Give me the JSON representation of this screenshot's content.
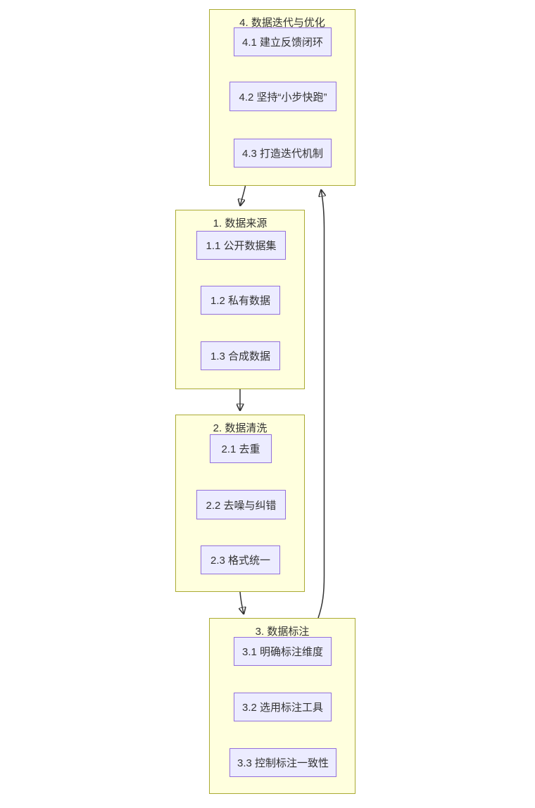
{
  "diagram": {
    "type": "flowchart",
    "colors": {
      "cluster_fill": "#ffffde",
      "cluster_border": "#aaaa33",
      "node_fill": "#ECECFF",
      "node_border": "#9370DB",
      "edge": "#333333",
      "text": "#333333",
      "background": "#ffffff"
    },
    "groups": [
      {
        "title": "4. 数据迭代与优化",
        "nodes": [
          {
            "label": "4.1 建立反馈闭环"
          },
          {
            "label": "4.2 坚持“小步快跑”"
          },
          {
            "label": "4.3 打造迭代机制"
          }
        ]
      },
      {
        "title": "1. 数据来源",
        "nodes": [
          {
            "label": "1.1 公开数据集"
          },
          {
            "label": "1.2 私有数据"
          },
          {
            "label": "1.3 合成数据"
          }
        ]
      },
      {
        "title": "2. 数据清洗",
        "nodes": [
          {
            "label": "2.1 去重"
          },
          {
            "label": "2.2 去噪与纠错"
          },
          {
            "label": "2.3 格式统一"
          }
        ]
      },
      {
        "title": "3. 数据标注",
        "nodes": [
          {
            "label": "3.1 明确标注维度"
          },
          {
            "label": "3.2 选用标注工具"
          },
          {
            "label": "3.3 控制标注一致性"
          }
        ]
      }
    ],
    "edges": [
      {
        "from": "4. 数据迭代与优化",
        "to": "1. 数据来源"
      },
      {
        "from": "1. 数据来源",
        "to": "2. 数据清洗"
      },
      {
        "from": "2. 数据清洗",
        "to": "3. 数据标注"
      },
      {
        "from": "3. 数据标注",
        "to": "4. 数据迭代与优化"
      }
    ]
  }
}
